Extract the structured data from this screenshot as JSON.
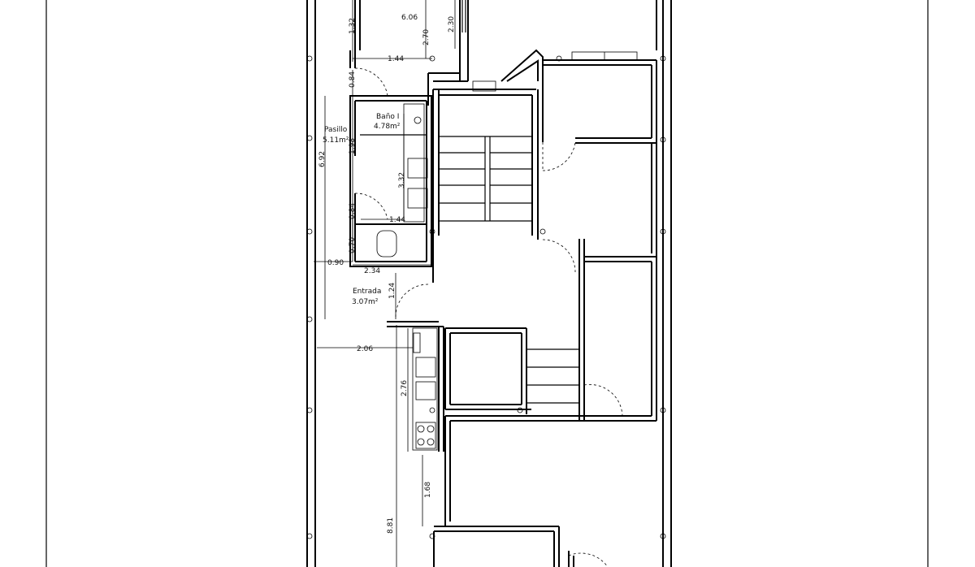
{
  "rooms": {
    "top_area": "6.06",
    "bano_name": "Baño I",
    "bano_area": "4.78m²",
    "pasillo_name": "Pasillo",
    "pasillo_area": "5.11m²",
    "entrada_name": "Entrada",
    "entrada_area": "3.07m²"
  },
  "dimensions": {
    "d132": "1.32",
    "d270": "2.70",
    "d230": "2.30",
    "d144a": "1.44",
    "d084a": "0.84",
    "d198": "1.98",
    "d692": "6.92",
    "d332": "3.32",
    "d084b": "0.84",
    "d144b": "1.44",
    "d070": "0.70",
    "d090": "0.90",
    "d234": "2.34",
    "d124": "1.24",
    "d206": "2.06",
    "d276": "2.76",
    "d168": "1.68",
    "d881": "8.81"
  }
}
